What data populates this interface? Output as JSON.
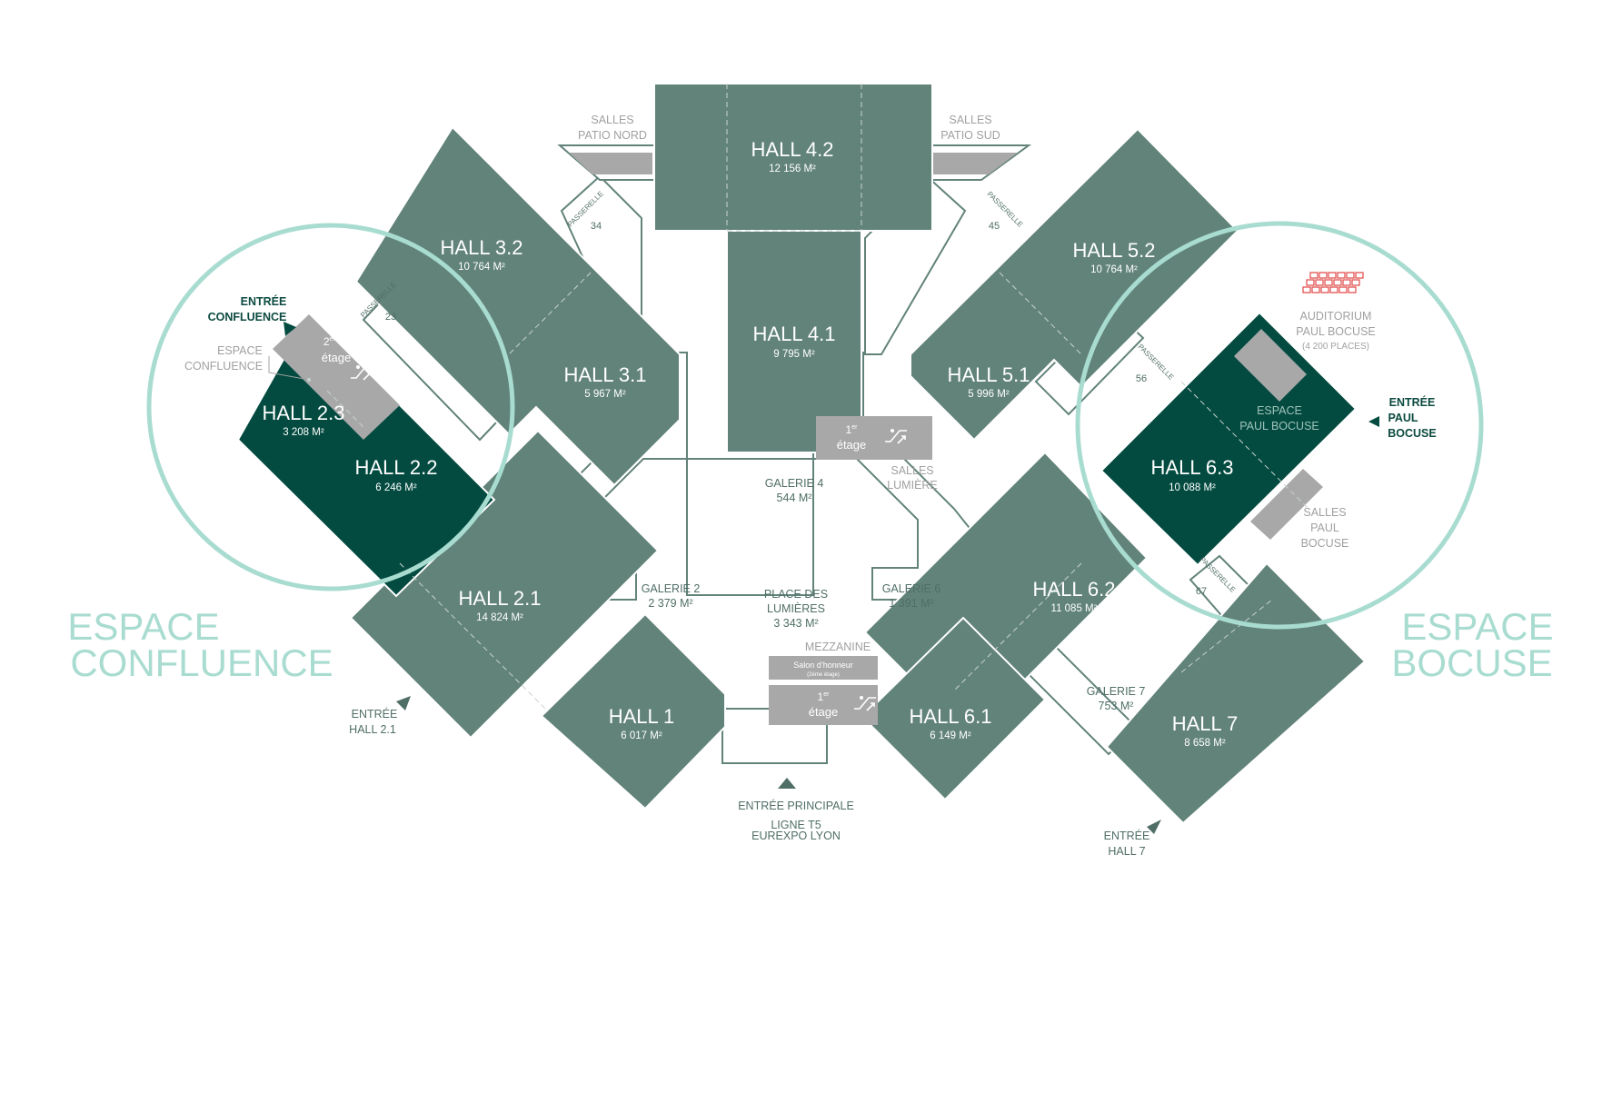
{
  "map": {
    "halls": [
      {
        "id": "4.2",
        "name": "HALL 4.2",
        "area": "12 156 M²"
      },
      {
        "id": "4.1",
        "name": "HALL 4.1",
        "area": "9 795 M²"
      },
      {
        "id": "3.2",
        "name": "HALL 3.2",
        "area": "10 764 M²"
      },
      {
        "id": "3.1",
        "name": "HALL 3.1",
        "area": "5 967 M²"
      },
      {
        "id": "2.3",
        "name": "HALL 2.3",
        "area": "3 208 M²"
      },
      {
        "id": "2.2",
        "name": "HALL 2.2",
        "area": "6 246 M²"
      },
      {
        "id": "2.1",
        "name": "HALL 2.1",
        "area": "14 824 M²"
      },
      {
        "id": "1",
        "name": "HALL 1",
        "area": "6 017 M²"
      },
      {
        "id": "5.2",
        "name": "HALL 5.2",
        "area": "10 764 M²"
      },
      {
        "id": "5.1",
        "name": "HALL 5.1",
        "area": "5 996 M²"
      },
      {
        "id": "6.3",
        "name": "HALL 6.3",
        "area": "10 088 M²"
      },
      {
        "id": "6.2",
        "name": "HALL 6.2",
        "area": "11 085 M²"
      },
      {
        "id": "6.1",
        "name": "HALL 6.1",
        "area": "6 149 M²"
      },
      {
        "id": "7",
        "name": "HALL 7",
        "area": "8 658 M²"
      }
    ],
    "galleries": {
      "galerie4": {
        "name": "GALERIE 4",
        "area": "544 M²"
      },
      "galerie2": {
        "name": "GALERIE 2",
        "area": "2 379 M²"
      },
      "galerie6": {
        "name": "GALERIE 6",
        "area": "1 391 M²"
      },
      "galerie7": {
        "name": "GALERIE 7",
        "area": "753 M²"
      },
      "place": {
        "line1": "PLACE DES",
        "line2": "LUMIÈRES",
        "area": "3 343 M²"
      }
    },
    "rooms": {
      "patio_nord": [
        "SALLES",
        "PATIO NORD"
      ],
      "patio_sud": [
        "SALLES",
        "PATIO SUD"
      ],
      "lumiere": [
        "SALLES",
        "LUMIÈRE"
      ],
      "paul_bocuse": [
        "SALLES",
        "PAUL",
        "BOCUSE"
      ],
      "auditorium": [
        "AUDITORIUM",
        "PAUL BOCUSE",
        "(4 200 PLACES)"
      ],
      "espace_paul_bocuse": [
        "ESPACE",
        "PAUL BOCUSE"
      ],
      "espace_confluence": [
        "ESPACE",
        "CONFLUENCE"
      ],
      "mezzanine": "MEZZANINE",
      "salon": "Salon d’honneur",
      "salon_sub": "(2ème étage)"
    },
    "floors": {
      "premier": {
        "num": "1",
        "sup": "er",
        "word": "étage"
      },
      "deuxieme": {
        "num": "2",
        "sup": "ème",
        "word": "étage"
      }
    },
    "passerelles": {
      "label": "PASSERELLE",
      "p34": "34",
      "p23": "23",
      "p45": "45",
      "p56": "56",
      "p67": "67"
    },
    "entrances": {
      "confluence": [
        "ENTRÉE",
        "CONFLUENCE"
      ],
      "paul_bocuse": [
        "ENTRÉE",
        "PAUL",
        "BOCUSE"
      ],
      "hall21": [
        "ENTRÉE",
        "HALL 2.1"
      ],
      "hall7": [
        "ENTRÉE",
        "HALL 7"
      ],
      "principale": "ENTRÉE PRINCIPALE",
      "ligne": [
        "LIGNE T5",
        "EUREXPO LYON"
      ]
    },
    "zones": {
      "confluence": [
        "ESPACE",
        "CONFLUENCE"
      ],
      "bocuse": [
        "ESPACE",
        "BOCUSE"
      ]
    },
    "colors": {
      "hall": "#62837a",
      "hall_dark": "#034b40",
      "circle": "#a9dcd0",
      "grey": "#a8a8a8",
      "auditorium_icon": "#e04a4a"
    },
    "icons": {
      "escalator": "escalator-icon",
      "seats": "auditorium-seats-icon",
      "arrow": "entrance-arrow-icon"
    }
  }
}
